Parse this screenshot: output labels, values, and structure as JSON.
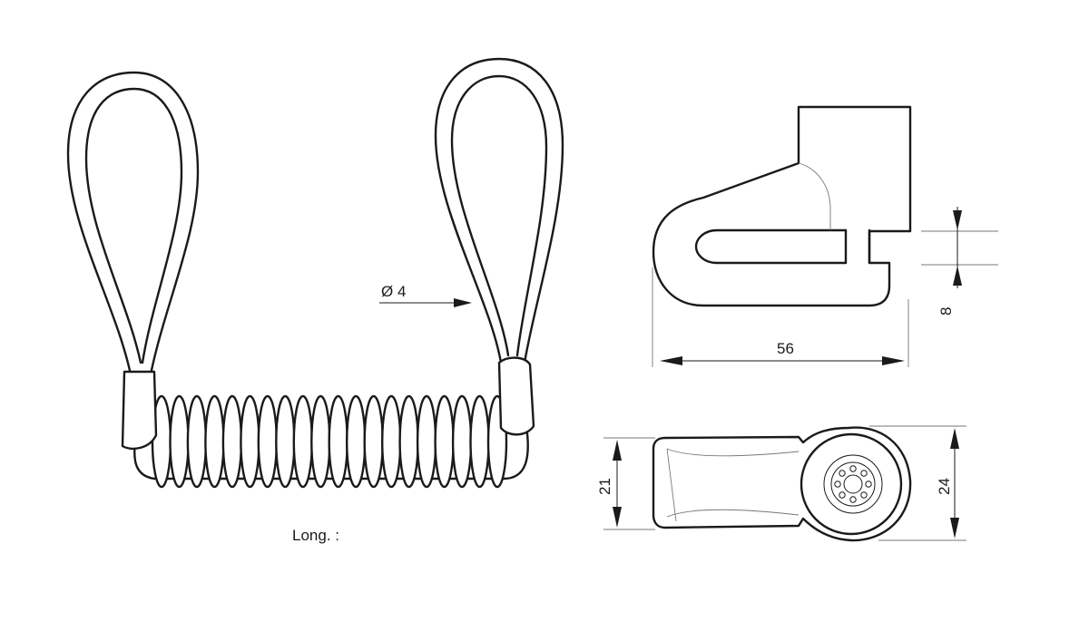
{
  "cable": {
    "diameter_label": "Ø 4",
    "length_label": "Long. :"
  },
  "lock_side": {
    "width_label": "56",
    "slot_label": "8"
  },
  "lock_top": {
    "body_label": "21",
    "head_label": "24"
  },
  "colors": {
    "line": "#1a1a1a",
    "background": "#ffffff"
  }
}
